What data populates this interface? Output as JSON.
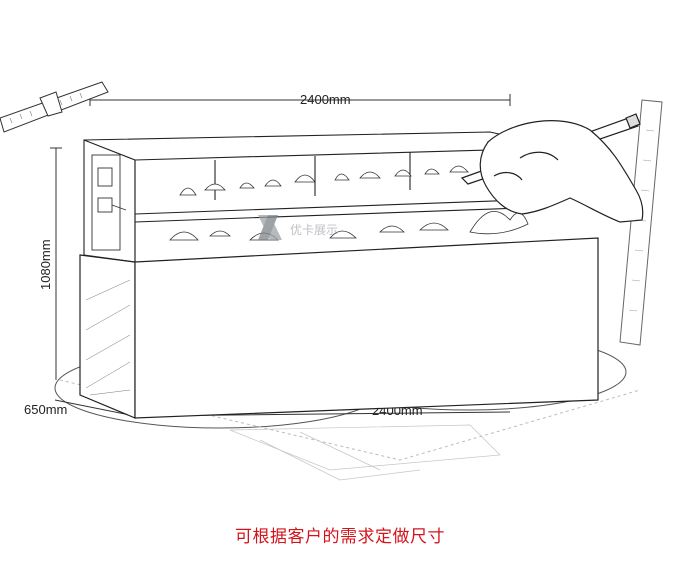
{
  "dimensions": {
    "top_width": "2400mm",
    "height": "1080mm",
    "depth": "650mm",
    "bottom_width": "2400mm"
  },
  "watermark": "优卡展示",
  "caption": "可根据客户的需求定做尺寸",
  "colors": {
    "caption": "#d4141c",
    "line": "#333333"
  },
  "icons": [
    "vernier-caliper-icon",
    "hand-with-pencil-icon",
    "ruler-icon"
  ]
}
